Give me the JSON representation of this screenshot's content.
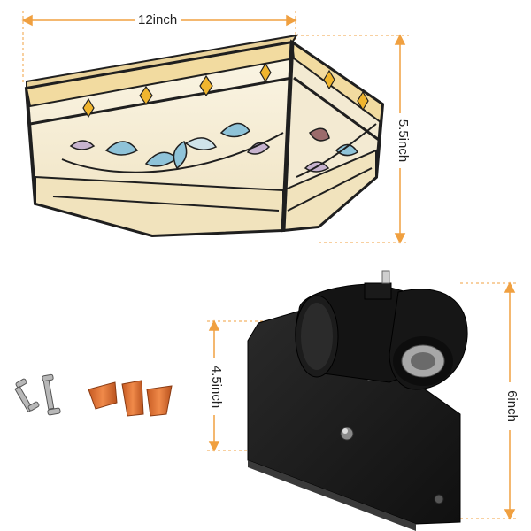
{
  "dimensions": {
    "shade_width": "12inch",
    "shade_height": "5.5inch",
    "plate_height": "4.5inch",
    "overall_height": "6inch"
  },
  "colors": {
    "dimension_line": "#f0a040",
    "frame": "#1f1f1f",
    "glass_cream": "#f4ead0",
    "glass_amber": "#f0c24a",
    "glass_blue": "#8fc3d8",
    "backplate": "#1c1c1c",
    "wire_nut": "#e0793a"
  }
}
